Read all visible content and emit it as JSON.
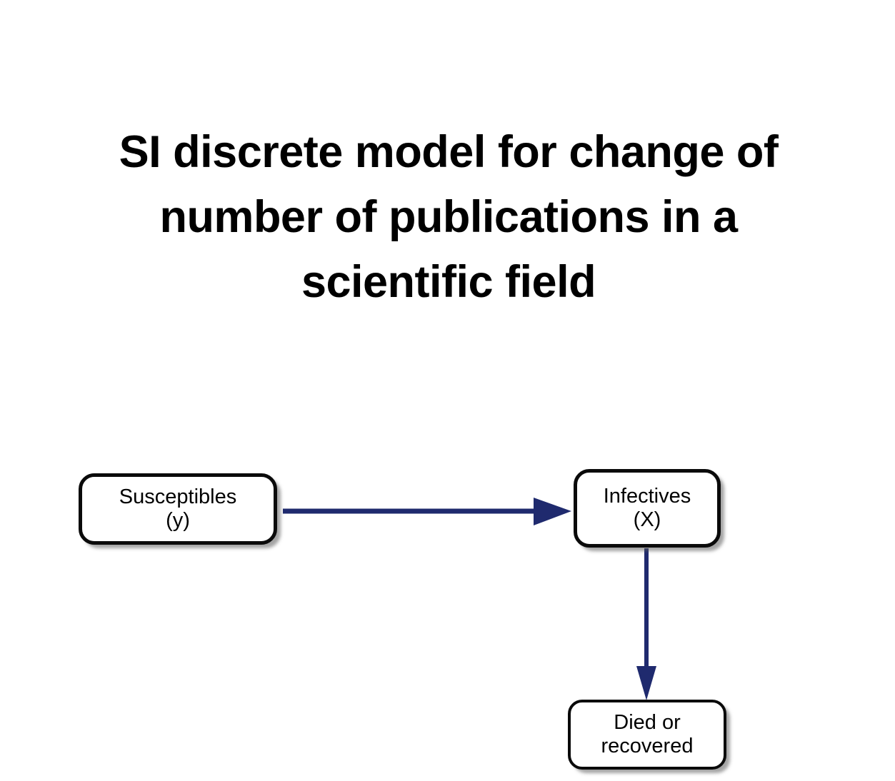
{
  "slide": {
    "background_color": "#FFFFFF",
    "title": "SI discrete model for change of\nnumber of publications in  a\nscientific field",
    "title_color": "#000000"
  },
  "diagram": {
    "type": "flowchart",
    "accent_color": "#1F2A6E",
    "node_border_color": "#0A0A0A",
    "node_fill_color": "#FFFFFF",
    "nodes": [
      {
        "id": "susceptibles",
        "label": "Susceptibles\n(y)",
        "shape": "rounded-rectangle"
      },
      {
        "id": "infectives",
        "label": "Infectives\n(X)",
        "shape": "rounded-rectangle"
      },
      {
        "id": "died_or_recovered",
        "label": "Died or\nrecovered",
        "shape": "rounded-rectangle"
      }
    ],
    "edges": [
      {
        "id": "susceptibles-to-infectives",
        "from": "susceptibles",
        "to": "infectives",
        "direction": "right",
        "label": ""
      },
      {
        "id": "infectives-to-died-or-recovered",
        "from": "infectives",
        "to": "died_or_recovered",
        "direction": "down",
        "label": ""
      }
    ]
  }
}
